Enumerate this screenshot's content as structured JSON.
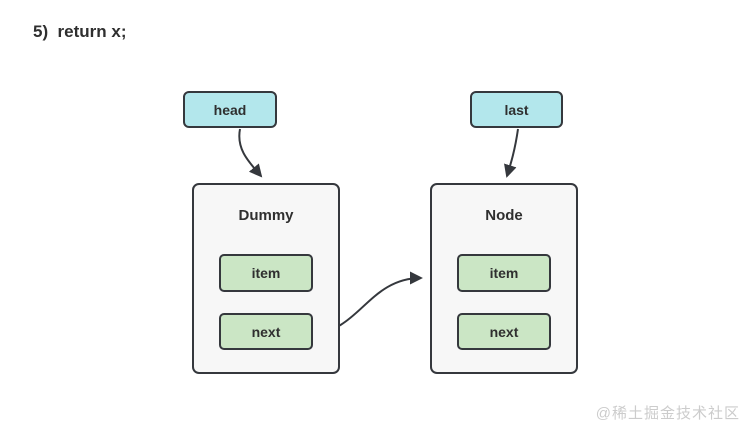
{
  "page": {
    "step_label": "5)  return x;",
    "watermark": "@稀土掘金技术社区"
  },
  "colors": {
    "pointer_fill": "#b3e7ec",
    "field_fill": "#cbe6c5",
    "node_fill": "#f7f7f7",
    "stroke": "#35383d",
    "text": "#2f2f2f",
    "watermark": "#cccccc",
    "background": "#ffffff"
  },
  "diagram": {
    "pointers": [
      {
        "id": "head",
        "label": "head"
      },
      {
        "id": "last",
        "label": "last"
      }
    ],
    "nodes": [
      {
        "id": "dummy",
        "title": "Dummy",
        "fields": [
          "item",
          "next"
        ]
      },
      {
        "id": "node",
        "title": "Node",
        "fields": [
          "item",
          "next"
        ]
      }
    ],
    "arrows": [
      {
        "from": "head",
        "to": "dummy-top"
      },
      {
        "from": "last",
        "to": "node-top"
      },
      {
        "from": "dummy-next",
        "to": "node-left"
      }
    ]
  }
}
